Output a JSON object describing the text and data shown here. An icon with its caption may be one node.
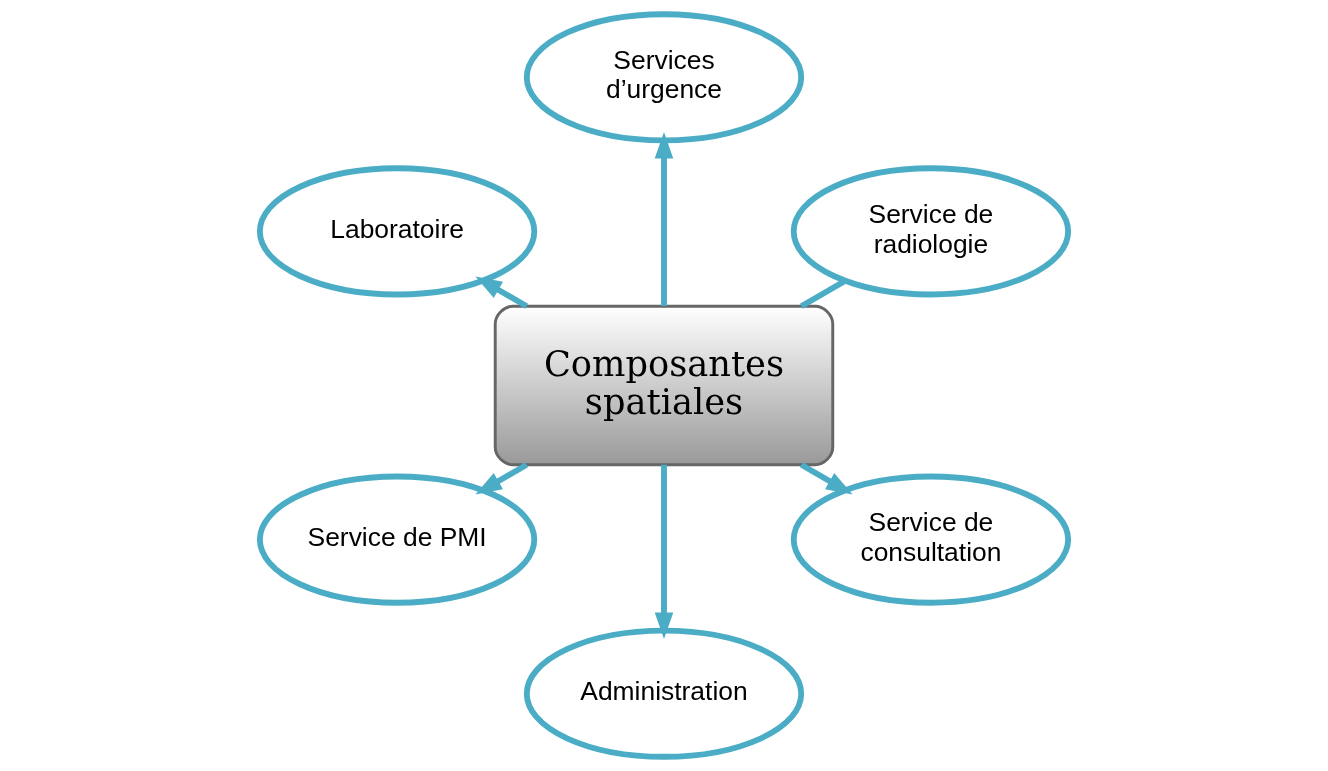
{
  "diagram": {
    "nodes": [
      {
        "text": [
          "Service de radiologie"
        ]
      },
      {
        "text": [
          "Services d’urgence"
        ]
      },
      {
        "text": [
          "Composantes spatiales"
        ]
      },
      {
        "text": [
          "Laboratoire"
        ]
      },
      {
        "text": [
          "Service de PMI"
        ]
      },
      {
        "text": [
          "Administration"
        ]
      },
      {
        "text": [
          "Service de consultation"
        ]
      }
    ],
    "edges": [
      {
        "from": 2,
        "to": 0,
        "arrow": "none"
      },
      {
        "from": 2,
        "to": 1,
        "arrow": "to"
      },
      {
        "from": 2,
        "to": 3,
        "arrow": "to"
      },
      {
        "from": 2,
        "to": 5,
        "arrow": "to"
      },
      {
        "from": 2,
        "to": 6,
        "arrow": "to"
      },
      {
        "from": 2,
        "to": 4,
        "arrow": "to"
      }
    ]
  }
}
